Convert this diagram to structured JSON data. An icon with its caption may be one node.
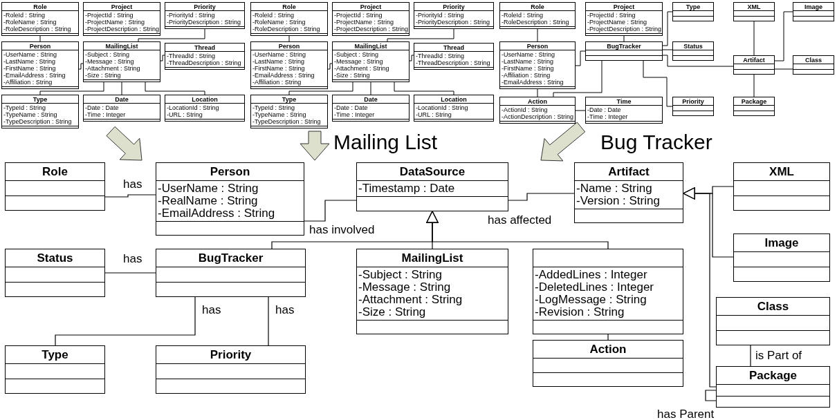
{
  "diagram": {
    "nodes": [
      {
        "text": [],
        "shape": "picture"
      },
      {
        "text": [
          "Role",
          "-RoleId : String",
          "-RoleName : String",
          "-RoleDescription : String"
        ],
        "in": 0
      },
      {
        "text": [
          "Project",
          "-ProjectId : String",
          "-ProjectName : String",
          "-ProjectDescription : String"
        ],
        "in": 0
      },
      {
        "text": [
          "Priority",
          "-PriorityId : String",
          "-PriorityDescription : String"
        ],
        "in": 0
      },
      {
        "text": [
          "Person",
          "-UserName : String",
          "-LastName : String",
          "-FirstName : String",
          "-EmailAddress : String",
          "-Affiliation : String"
        ],
        "in": 0
      },
      {
        "text": [
          "MailingList",
          "-Subject : String",
          "-Message : String",
          "-Attachment : String",
          "-Size : String"
        ],
        "in": 0
      },
      {
        "text": [
          "Thread",
          "-ThreadId : String",
          "-ThreadDescription : String"
        ],
        "in": 0
      },
      {
        "text": [
          "Type",
          "-TypeId : String",
          "-TypeName : String",
          "-TypeDescription : String"
        ],
        "in": 0
      },
      {
        "text": [
          "Date",
          "-Date : Date",
          "-Time : Integer"
        ],
        "in": 0
      },
      {
        "text": [
          "Location",
          "-LocationId : String",
          "-URL : String"
        ],
        "in": 0
      },
      {
        "text": [],
        "shape": "picture"
      },
      {
        "text": [
          "Role",
          "-RoleId : String",
          "-RoleName : String",
          "-RoleDescription : String"
        ],
        "in": 10
      },
      {
        "text": [
          "Project",
          "-ProjectId : String",
          "-ProjectName : String",
          "-ProjectDescription : String"
        ],
        "in": 10
      },
      {
        "text": [
          "Priority",
          "-PriorityId : String",
          "-PriorityDescription : String"
        ],
        "in": 10
      },
      {
        "text": [
          "Person",
          "-UserName : String",
          "-LastName : String",
          "-FirstName : String",
          "-EmailAddress : String",
          "-Affiliation : String"
        ],
        "in": 10
      },
      {
        "text": [
          "MailingList",
          "-Subject : String",
          "-Message : String",
          "-Attachment : String",
          "-Size : String"
        ],
        "in": 10
      },
      {
        "text": [
          "Thread",
          "-ThreadId : String",
          "-ThreadDescription : String"
        ],
        "in": 10
      },
      {
        "text": [
          "Type",
          "-TypeId : String",
          "-TypeName : String",
          "-TypeDescription : String"
        ],
        "in": 10
      },
      {
        "text": [
          "Date",
          "-Date : Date",
          "-Time : Integer"
        ],
        "in": 10
      },
      {
        "text": [
          "Location",
          "-LocationId : String",
          "-URL : String"
        ],
        "in": 10
      },
      {
        "text": [],
        "shape": "picture"
      },
      {
        "text": [
          "Role",
          "-RoleId : String",
          "-RoleDescription : String"
        ],
        "in": 20
      },
      {
        "text": [
          "Project",
          "-ProjectId : String",
          "-ProjectName : String",
          "-ProjectDescription : String"
        ],
        "in": 20
      },
      {
        "text": [
          "Type"
        ],
        "in": 20
      },
      {
        "text": [
          "XML"
        ],
        "in": 20
      },
      {
        "text": [
          "Image"
        ],
        "in": 20
      },
      {
        "text": [
          "Person",
          "-UserName : String",
          "-LastName : String",
          "-FirstName : String",
          "-Affiliation : String",
          "-EmailAddress : String"
        ],
        "in": 20
      },
      {
        "text": [
          "BugTracker"
        ],
        "in": 20
      },
      {
        "text": [
          "Status"
        ],
        "in": 20
      },
      {
        "text": [
          "Artifact"
        ],
        "in": 20
      },
      {
        "text": [
          "Class"
        ],
        "in": 20
      },
      {
        "text": [
          "Action",
          "-ActionId : String",
          "-ActionDescription : String"
        ],
        "in": 20
      },
      {
        "text": [
          "Time",
          "-Date : Date",
          "-Time : Integer"
        ],
        "in": 20
      },
      {
        "text": [
          "Priority"
        ],
        "in": 20
      },
      {
        "text": [
          "Package"
        ],
        "in": 20
      },
      {
        "text": [
          "Role"
        ]
      },
      {
        "text": [
          "Person",
          "-UserName : String",
          "-RealName : String",
          "-EmailAddress : String"
        ]
      },
      {
        "text": [
          "DataSource",
          "-Timestamp : Date"
        ]
      },
      {
        "text": [
          "Artifact",
          "-Name : String",
          "-Version : String"
        ]
      },
      {
        "text": [
          "XML"
        ]
      },
      {
        "text": [
          "Status"
        ]
      },
      {
        "text": [
          "BugTracker"
        ]
      },
      {
        "text": [
          "MailingList",
          "-Subject : String",
          "-Message : String",
          "-Attachment : String",
          "-Size : String"
        ]
      },
      {
        "text": [
          "-AddedLines : Integer",
          "-DeletedLines : Integer",
          "-LogMessage : String",
          "-Revision : String"
        ]
      },
      {
        "text": [
          "Image"
        ]
      },
      {
        "text": [
          "Class"
        ]
      },
      {
        "text": [
          "Type"
        ]
      },
      {
        "text": [
          "Priority"
        ]
      },
      {
        "text": [
          "Action"
        ]
      },
      {
        "text": [
          "Package"
        ]
      }
    ],
    "edges": [
      {
        "from": 1,
        "to": 4,
        "arrow": "none"
      },
      {
        "from": 3,
        "to": 5,
        "arrow": "none"
      },
      {
        "from": 4,
        "to": 5,
        "arrow": "none"
      },
      {
        "from": 5,
        "to": 6,
        "arrow": "none"
      },
      {
        "from": 5,
        "to": 7,
        "arrow": "none"
      },
      {
        "from": 5,
        "to": 8,
        "arrow": "none"
      },
      {
        "from": 5,
        "to": 9,
        "arrow": "none"
      },
      {
        "from": 11,
        "to": 14,
        "arrow": "none"
      },
      {
        "from": 13,
        "to": 15,
        "arrow": "none"
      },
      {
        "from": 14,
        "to": 15,
        "arrow": "none"
      },
      {
        "from": 15,
        "to": 16,
        "arrow": "none"
      },
      {
        "from": 15,
        "to": 17,
        "arrow": "none"
      },
      {
        "from": 15,
        "to": 18,
        "arrow": "none"
      },
      {
        "from": 15,
        "to": 19,
        "arrow": "none"
      },
      {
        "from": 21,
        "to": 26,
        "arrow": "none"
      },
      {
        "from": 22,
        "to": 27,
        "arrow": "none"
      },
      {
        "from": 26,
        "to": 27,
        "arrow": "none"
      },
      {
        "from": 27,
        "to": 23,
        "arrow": "none"
      },
      {
        "from": 27,
        "to": 28,
        "arrow": "none"
      },
      {
        "from": 27,
        "to": 29,
        "arrow": "none"
      },
      {
        "from": 27,
        "to": 33,
        "arrow": "none"
      },
      {
        "from": 26,
        "to": 31,
        "arrow": "none"
      },
      {
        "from": 27,
        "to": 31,
        "arrow": "none"
      },
      {
        "from": 31,
        "to": 32,
        "arrow": "none"
      },
      {
        "from": 24,
        "to": 29,
        "arrow": "none"
      },
      {
        "from": 29,
        "to": 25,
        "arrow": "none"
      },
      {
        "from": 29,
        "to": 30,
        "arrow": "none"
      },
      {
        "from": 29,
        "to": 34,
        "arrow": "none"
      },
      {
        "from": 35,
        "to": 36,
        "arrow": "none",
        "label": "has"
      },
      {
        "from": 36,
        "to": 37,
        "arrow": "none",
        "label": "has involved"
      },
      {
        "from": 37,
        "to": 38,
        "arrow": "none",
        "label": "has affected"
      },
      {
        "from": 40,
        "to": 41,
        "arrow": "none",
        "label": "has"
      },
      {
        "from": 41,
        "to": 37,
        "arrow": "to"
      },
      {
        "from": 42,
        "to": 37,
        "arrow": "to"
      },
      {
        "from": 43,
        "to": 37,
        "arrow": "to"
      },
      {
        "from": 41,
        "to": 46,
        "arrow": "none",
        "label": "has"
      },
      {
        "from": 41,
        "to": 47,
        "arrow": "none",
        "label": "has"
      },
      {
        "from": 43,
        "to": 48,
        "arrow": "none"
      },
      {
        "from": 39,
        "to": 38,
        "arrow": "to"
      },
      {
        "from": 44,
        "to": 38,
        "arrow": "to"
      },
      {
        "from": 49,
        "to": 38,
        "arrow": "to"
      },
      {
        "from": 45,
        "to": 49,
        "arrow": "none",
        "label": "is Part of"
      },
      {
        "from": 49,
        "to": 49,
        "arrow": "none",
        "label": "has Parent"
      },
      {
        "from": 0,
        "to": null,
        "arrow": "to"
      },
      {
        "from": 10,
        "to": null,
        "arrow": "to"
      },
      {
        "from": 20,
        "to": null,
        "arrow": "to"
      }
    ],
    "labels": [
      "Mailing List",
      "Bug Tracker"
    ]
  }
}
